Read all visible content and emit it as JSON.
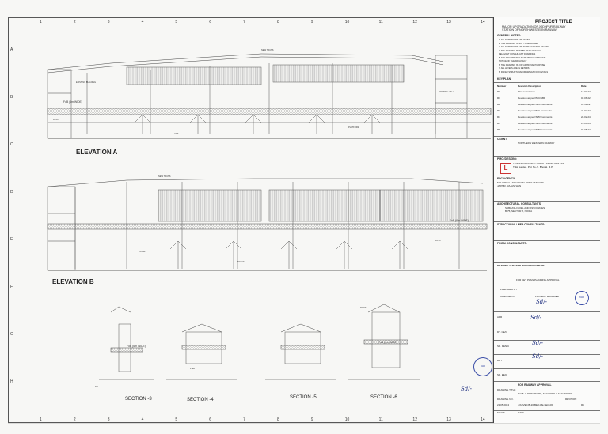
{
  "drawing": {
    "elevation_a_title": "ELEVATION A",
    "elevation_b_title": "ELEVATION B",
    "section_titles": [
      "SECTION -3",
      "SECTION -4",
      "SECTION -5",
      "SECTION -6"
    ],
    "fob_label_a": "FoB (6m WIDE)",
    "fob_label_b": "FoB (6m WIDE)",
    "fob_label_s3": "FoB (6m WIDE)",
    "fob_label_s5": "FoB (6m WIDE)",
    "tag_new_truss": "NEW TRUSS",
    "tag_lift": "LIFT",
    "tag_waiting": "WAITING HALL",
    "tag_platform": "PLATFORM",
    "tag_existing": "EXISTING BUILDING",
    "tag_roof": "ROOF",
    "tag_ffl": "FFL",
    "tag_pier": "PIER",
    "tag_stair": "STAIR",
    "tag_track": "TRACK",
    "tag_level_a": "+0.00",
    "tag_level_b": "+6.50",
    "grid_top": [
      "1",
      "2",
      "3",
      "4",
      "5",
      "6",
      "7",
      "8",
      "9",
      "10",
      "11",
      "12",
      "13",
      "14"
    ],
    "grid_side": [
      "A",
      "B",
      "C",
      "D",
      "E",
      "F",
      "G",
      "H"
    ]
  },
  "title_block": {
    "project_title_label": "PROJECT TITLE",
    "project_title_lines": [
      "MAJOR UPGRADATION OF JODHPUR RAILWAY",
      "STATION OF NORTH WESTERN RAILWAY"
    ],
    "general_notes_label": "GENERAL NOTES:",
    "notes": [
      "1. ALL DIMENSIONS ARE IN MM",
      "2. THE DRAWING IS NOT TO BE SCALED",
      "3. ALL DIMENSIONS ARE TO BE CHECKED ON SITE",
      "4. THE DRAWING MUST BE READ WITH ALL",
      "   RELEVANT CONSULTANT DRAWINGS",
      "5. ANY DISCREPANCY TO BE BROUGHT TO THE",
      "   NOTICE OF THE ARCHITECT",
      "6. THE DRAWING IS FOR APPROVAL PURPOSE",
      "7. ALL LEVELS ARE IN METERS",
      "8. REFER STRUCTURAL DRAWINGS FOR DETAILS"
    ],
    "key_plan_label": "KEY PLAN",
    "revision_header": [
      "Number",
      "Revision Description",
      "Date"
    ],
    "revisions": [
      [
        "R0",
        "First submission",
        "13.04.22"
      ],
      [
        "R1",
        "Revision as per PMC/ABD",
        "02.06.22"
      ],
      [
        "R2",
        "Revision as per NWR comments",
        "01.11.22"
      ],
      [
        "R3",
        "Revision as per PMC comments",
        "21.02.24"
      ],
      [
        "R4",
        "Revision as per NWR comments",
        "28.02.24"
      ],
      [
        "R5",
        "Revision as per NWR comments",
        "15.06.24"
      ],
      [
        "R6",
        "Revision as per NWR comments",
        "07.08.24"
      ]
    ],
    "client_label": "CLIENT:",
    "client_name": "NORTHERN WESTERN RAILWAY",
    "pmc_label": "PMC (DESIGN):",
    "pmc_lines": [
      "LION ENGINEERING CONSULTANTS PVT. LTD.",
      "Tulsi Garden, Plot No.-5, Bhopal, M.P."
    ],
    "epc_label": "EPC AGENCY:",
    "epc_lines": [
      "M/S VIRGO - ATHARVAM JOINT VENTURE",
      "JAIPUR, RAJASTHAN"
    ],
    "arch_label": "ARCHITECTURAL CONSULTANTS:",
    "arch_lines": [
      "SUBHASH GOEL AND ASSOCIATES",
      "B-75, SECTOR 8, NOIDA"
    ],
    "struct_label": "STRUCTURAL / MEP CONSULTANTS:",
    "prism_label": "PRISM CONSULTANTS:",
    "drawing_checks_label": "DRAWING CHECKED  ROLES/SIGNATURE",
    "epc_approval_label": "FOR KEY PLAN/PLANNING APPROVAL",
    "prepared_label": "PREPARED BY",
    "checked_label": "CHECKED BY",
    "project_mgr_label": "PROJECT MANAGER",
    "apr_label": "APR",
    "dy_cee_label": "DY. CE/C",
    "sr_den_label": "SR. DEN/C",
    "dry_label": "DRY",
    "sr_ee_label": "SR. EE/C",
    "for_approval": "FOR RAILWAY APPROVAL",
    "drawing_title_label": "DRAWING TITLE",
    "drawing_title": "F.O.B. & DEPARTURE, SECTIONS & ELEVATIONS",
    "drawing_no_label": "DRAWING NO.",
    "drawing_no": "JDU/VEC/B-20-BEQ-RE-SEC-06",
    "revision_label": "REVISION",
    "revision_val": "R6",
    "date_val": "21.05.2024",
    "scale_label": "SCALE",
    "scale_val": "1:200"
  },
  "signatures": [
    "Sd/-",
    "Sd/-",
    "Sd/-",
    "Sd/-",
    "Sd/-"
  ]
}
